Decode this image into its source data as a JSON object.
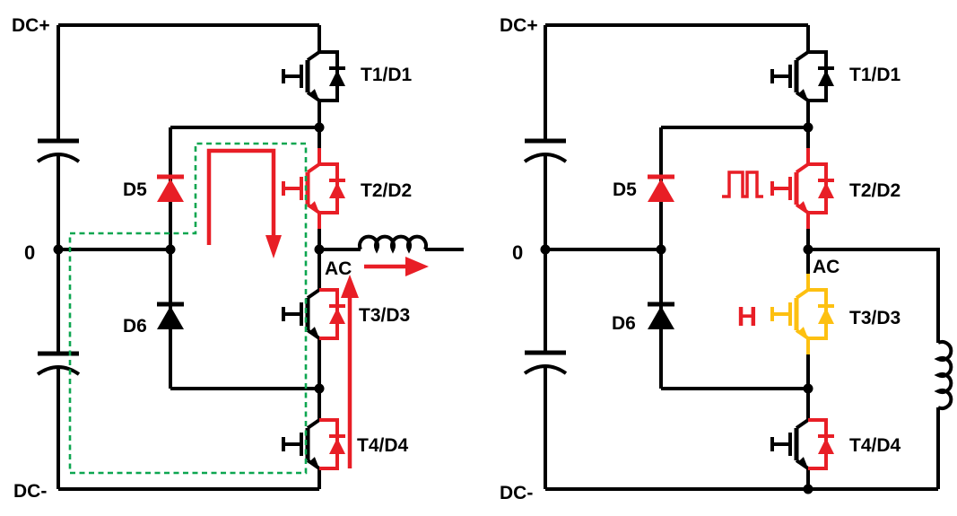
{
  "diagram": {
    "colors": {
      "wire": "#000000",
      "red": "#e81e26",
      "green": "#0da650",
      "gold": "#fdc011"
    },
    "icons": {
      "pwm_signal": "pwm-square-wave-icon",
      "inductor": "inductor-coil-icon",
      "capacitor": "capacitor-icon",
      "current_arrows": "current-direction-arrow",
      "commutation_loop": "dashed-commutation-loop"
    },
    "left": {
      "labels": {
        "dc_plus": "DC+",
        "neutral": "0",
        "dc_minus": "DC-",
        "ac": "AC",
        "t1": "T1/D1",
        "t2": "T2/D2",
        "t3": "T3/D3",
        "t4": "T4/D4",
        "d5": "D5",
        "d6": "D6"
      }
    },
    "right": {
      "labels": {
        "dc_plus": "DC+",
        "neutral": "0",
        "dc_minus": "DC-",
        "ac": "AC",
        "t1": "T1/D1",
        "t2": "T2/D2",
        "t3": "T3/D3",
        "t4": "T4/D4",
        "d5": "D5",
        "d6": "D6",
        "gate_high": "H"
      }
    }
  }
}
